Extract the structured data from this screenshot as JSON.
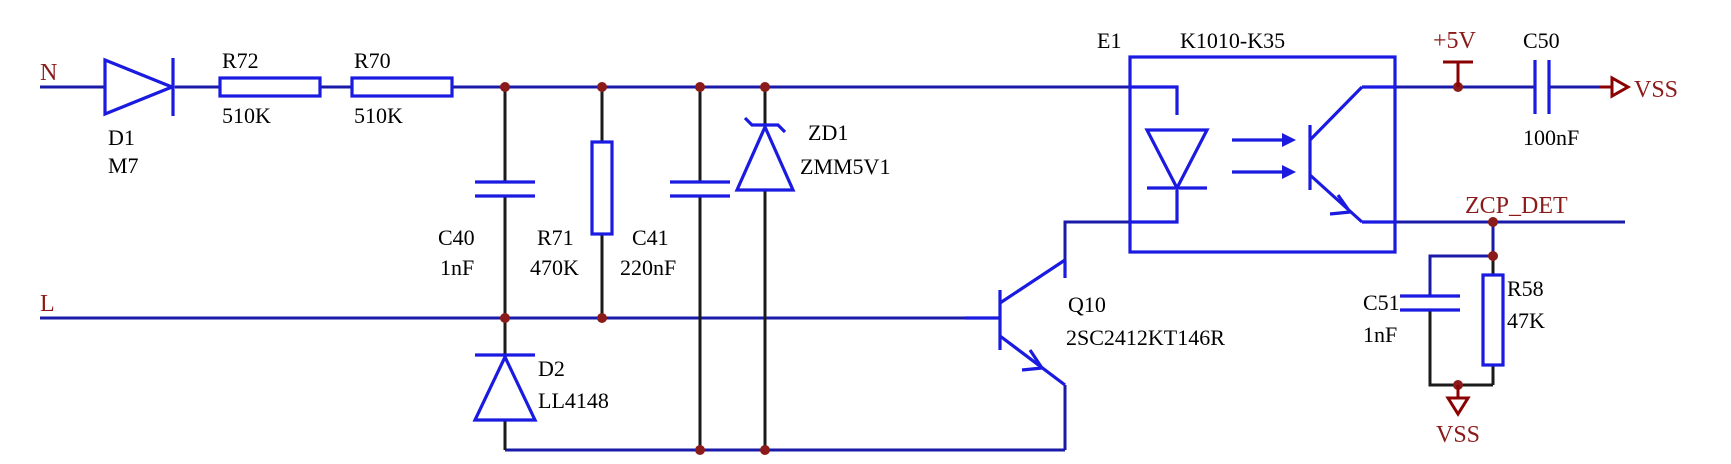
{
  "nets": {
    "n": "N",
    "l": "L",
    "vcc": "+5V",
    "zcp": "ZCP_DET",
    "vss_top": "VSS",
    "vss_bottom": "VSS"
  },
  "components": {
    "d1": {
      "ref": "D1",
      "value": "M7"
    },
    "r72": {
      "ref": "R72",
      "value": "510K"
    },
    "r70": {
      "ref": "R70",
      "value": "510K"
    },
    "c40": {
      "ref": "C40",
      "value": "1nF"
    },
    "r71": {
      "ref": "R71",
      "value": "470K"
    },
    "c41": {
      "ref": "C41",
      "value": "220nF"
    },
    "zd1": {
      "ref": "ZD1",
      "value": "ZMM5V1"
    },
    "d2": {
      "ref": "D2",
      "value": "LL4148"
    },
    "q10": {
      "ref": "Q10",
      "value": "2SC2412KT146R"
    },
    "e1": {
      "ref": "E1",
      "value": "K1010-K35"
    },
    "c50": {
      "ref": "C50",
      "value": "100nF"
    },
    "c51": {
      "ref": "C51",
      "value": "1nF"
    },
    "r58": {
      "ref": "R58",
      "value": "47K"
    }
  },
  "colors": {
    "wire": "#1a1aa8",
    "component": "#1a1ae0",
    "power": "#8b0000",
    "junction": "#8b1a1a",
    "text": "#000000"
  }
}
